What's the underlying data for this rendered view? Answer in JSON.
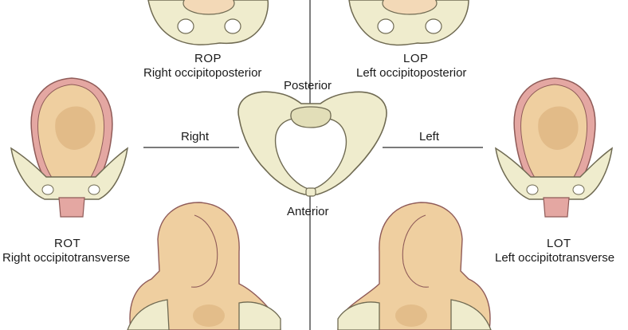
{
  "labels": {
    "rop_abbr": "ROP",
    "rop_name": "Right occipitoposterior",
    "lop_abbr": "LOP",
    "lop_name": "Left occipitoposterior",
    "posterior": "Posterior",
    "anterior": "Anterior",
    "right": "Right",
    "left": "Left",
    "rot_abbr": "ROT",
    "rot_name": "Right occipitotransverse",
    "lot_abbr": "LOT",
    "lot_name": "Left occipitotransverse"
  },
  "colors": {
    "bone": "#efeccd",
    "bone_stroke": "#6f6a52",
    "fetus": "#efcfa0",
    "fetus_shade": "#d9ae78",
    "uterus": "#e4a7a2",
    "uterus_stroke": "#8f5b58",
    "axis": "#2a2a2a"
  }
}
